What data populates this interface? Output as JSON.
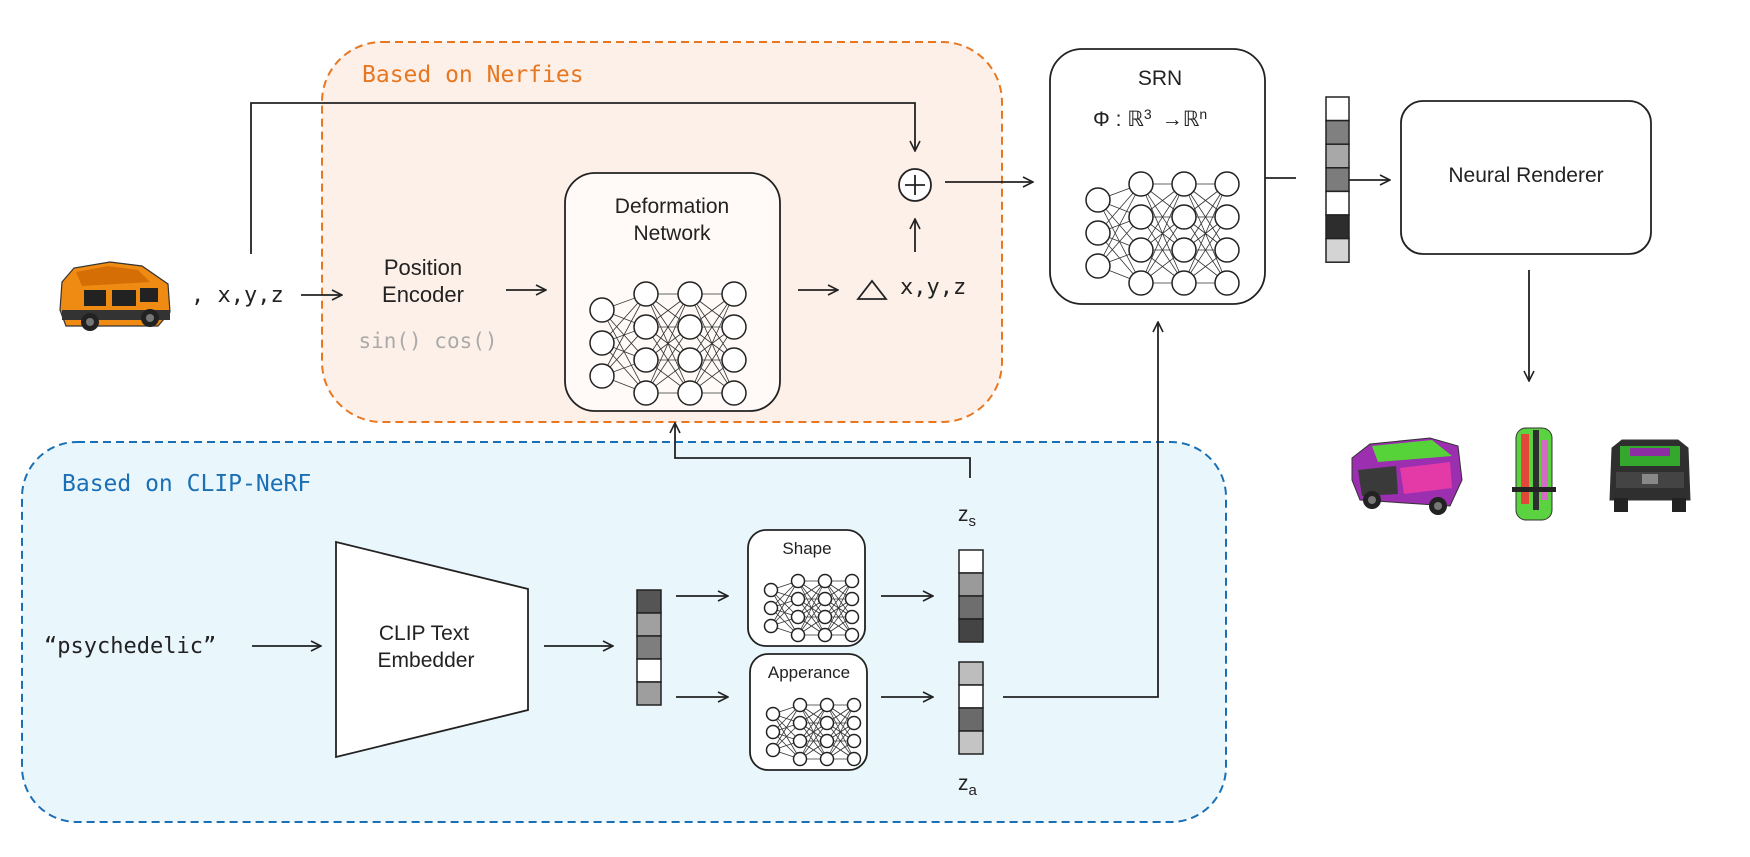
{
  "regions": {
    "nerfies_title": "Based on Nerfies",
    "clip_title": "Based on CLIP-NeRF"
  },
  "inputs": {
    "coords": ", x,y,z",
    "text_prompt": "“psychedelic”"
  },
  "position_encoder": {
    "line1": "Position",
    "line2": "Encoder",
    "functions": "sin() cos()"
  },
  "deformation": {
    "line1": "Deformation",
    "line2": "Network"
  },
  "delta_label": "x,y,z",
  "srn": {
    "title": "SRN",
    "formula_phi": "Φ : ℝ",
    "formula_exp1": "3",
    "formula_arrow": "→ℝ",
    "formula_exp2": "n"
  },
  "renderer_label": "Neural Renderer",
  "clip_embedder": {
    "line1": "CLIP Text",
    "line2": "Embedder"
  },
  "shape_label": "Shape",
  "appearance_label": "Apperance",
  "z_shape": {
    "base": "z",
    "sub": "s"
  },
  "z_appearance": {
    "base": "z",
    "sub": "a"
  },
  "colors": {
    "nerfies_accent": "#e87722",
    "nerfies_fill": "#fdf0e8",
    "clip_accent": "#1b6fb5",
    "clip_fill": "#e9f6fc",
    "stroke": "#222222",
    "encoder_func_text": "#aaaaaa",
    "car_body": "#ef8a12"
  },
  "vectors": {
    "embedding": [
      "#555555",
      "#a0a0a0",
      "#7e7e7e",
      "#ffffff",
      "#9e9e9e"
    ],
    "z_shape": [
      "#ffffff",
      "#9a9a9a",
      "#6e6e6e",
      "#444444"
    ],
    "z_appearance": [
      "#bdbdbd",
      "#ffffff",
      "#6a6a6a",
      "#c4c4c4"
    ],
    "srn_output": [
      "#ffffff",
      "#808080",
      "#a8a8a8",
      "#7c7c7c",
      "#ffffff",
      "#2d2d2d",
      "#d4d4d4"
    ]
  },
  "icons": {
    "input_car": "orange-car-icon",
    "sum": "plus-circle-icon",
    "delta": "triangle-delta-icon",
    "output_views": [
      "psychedelic-car-side-icon",
      "psychedelic-car-top-icon",
      "psychedelic-car-front-icon"
    ]
  }
}
